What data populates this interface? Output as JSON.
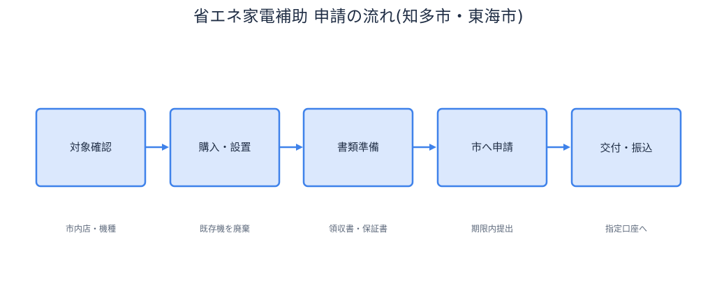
{
  "title": "省エネ家電補助 申請の流れ(知多市・東海市)",
  "colors": {
    "box_fill": "#dbe8fd",
    "box_stroke": "#3f82ea",
    "arrow": "#3f82ea",
    "title_text": "#1f2d44",
    "note_text": "#5f6b7d"
  },
  "steps": [
    {
      "label": "対象確認",
      "note": "市内店・機種"
    },
    {
      "label": "購入・設置",
      "note": "既存機を廃棄"
    },
    {
      "label": "書類準備",
      "note": "領収書・保証書"
    },
    {
      "label": "市へ申請",
      "note": "期限内提出"
    },
    {
      "label": "交付・振込",
      "note": "指定口座へ"
    }
  ]
}
